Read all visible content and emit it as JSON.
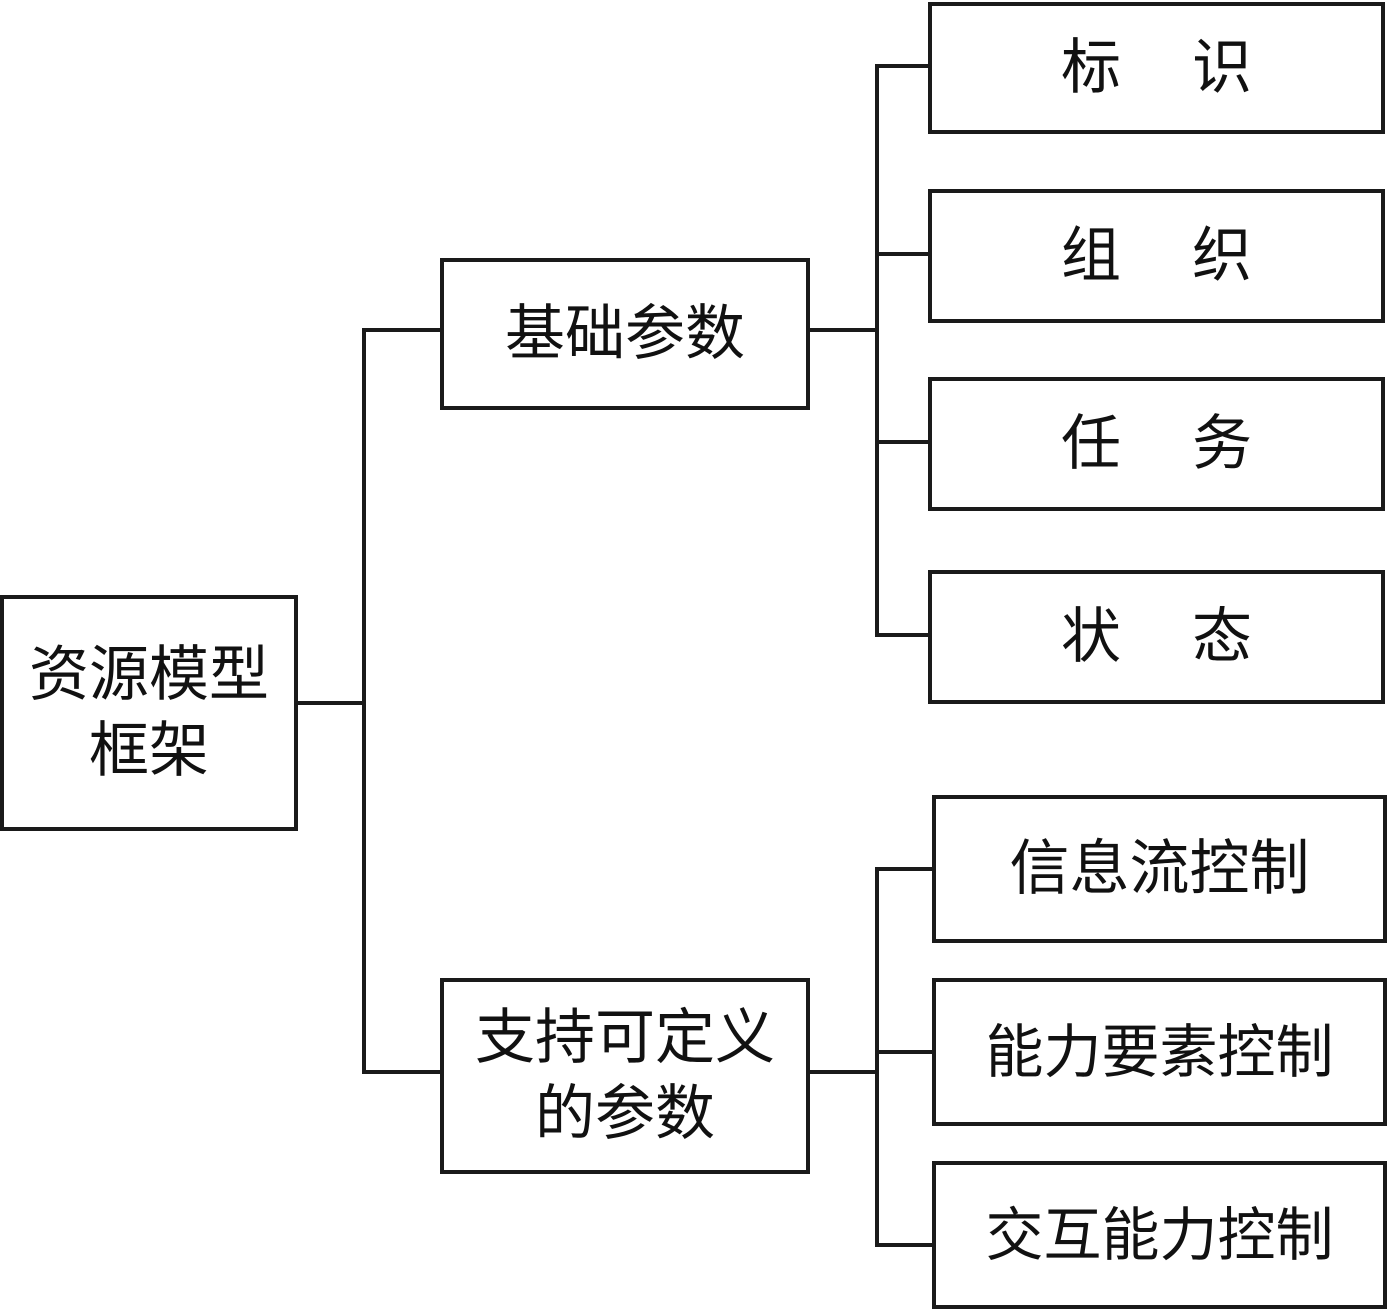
{
  "root": {
    "line1": "资源模型",
    "line2": "框架"
  },
  "branches": [
    {
      "line1": "基础参数",
      "line2": "",
      "children": [
        "标 识",
        "组 织",
        "任 务",
        "状 态"
      ]
    },
    {
      "line1": "支持可定义",
      "line2": "的参数",
      "children": [
        "信息流控制",
        "能力要素控制",
        "交互能力控制"
      ]
    }
  ],
  "colors": {
    "stroke": "#1a1a1a",
    "background": "#ffffff",
    "text": "#111111"
  }
}
